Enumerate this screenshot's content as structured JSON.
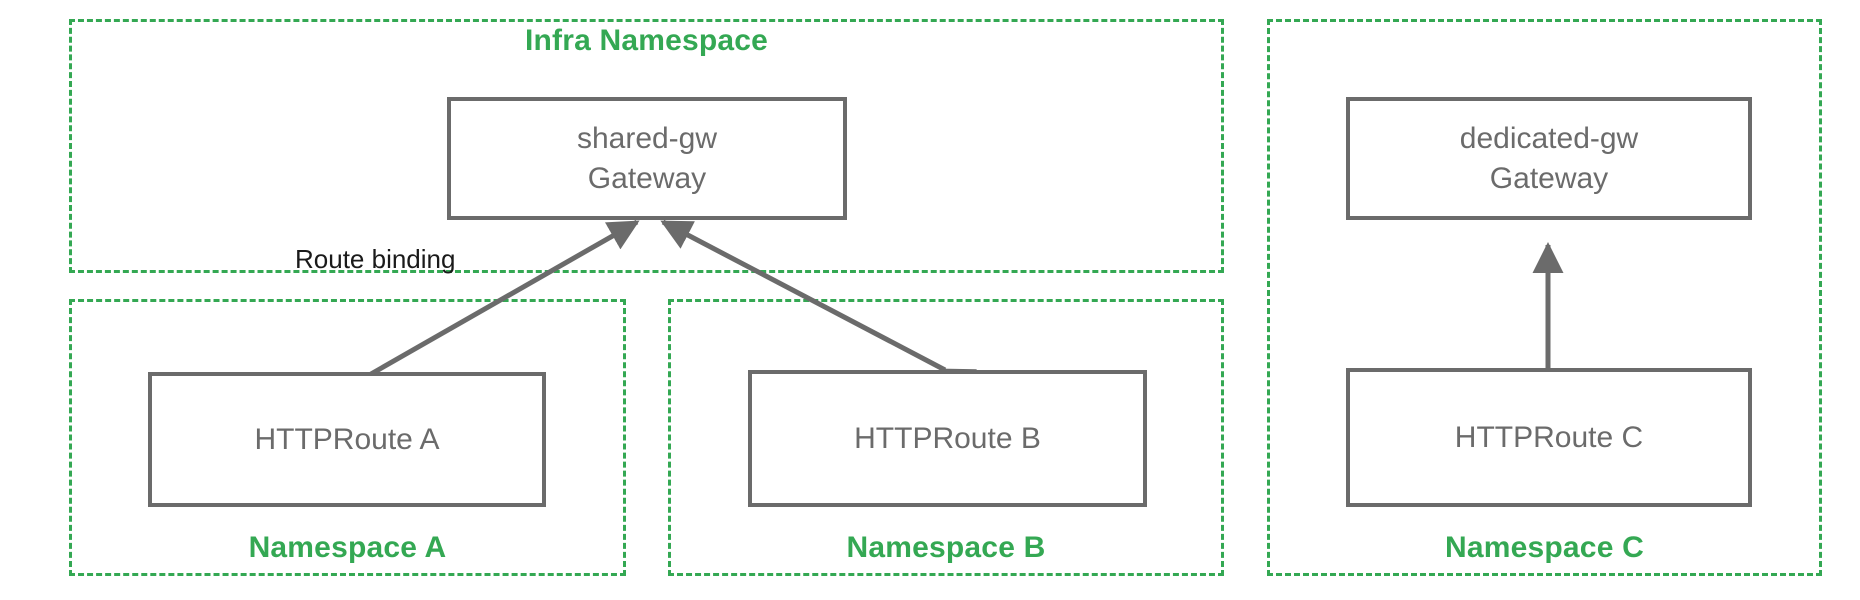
{
  "diagram": {
    "title_visible": false,
    "colors": {
      "namespace_border": "#34A853",
      "namespace_label": "#34A853",
      "node_border": "#6b6b6b",
      "node_text": "#6b6b6b",
      "arrow": "#6b6b6b",
      "edge_label_text": "#1a1a1a",
      "background": "#ffffff"
    },
    "namespaces": [
      {
        "id": "infra",
        "label": "Infra Namespace",
        "label_position": "top-center"
      },
      {
        "id": "ns-a",
        "label": "Namespace A",
        "label_position": "bottom-center"
      },
      {
        "id": "ns-b",
        "label": "Namespace B",
        "label_position": "bottom-center"
      },
      {
        "id": "ns-c",
        "label": "Namespace C",
        "label_position": "bottom-center"
      }
    ],
    "nodes": [
      {
        "id": "shared-gw",
        "line1": "shared-gw",
        "line2": "Gateway",
        "namespace": "infra"
      },
      {
        "id": "dedicated-gw",
        "line1": "dedicated-gw",
        "line2": "Gateway",
        "namespace": "ns-c"
      },
      {
        "id": "route-a",
        "line1": "HTTPRoute A",
        "line2": "",
        "namespace": "ns-a"
      },
      {
        "id": "route-b",
        "line1": "HTTPRoute B",
        "line2": "",
        "namespace": "ns-b"
      },
      {
        "id": "route-c",
        "line1": "HTTPRoute C",
        "line2": "",
        "namespace": "ns-c"
      }
    ],
    "edges": [
      {
        "id": "edge-a",
        "from": "route-a",
        "to": "shared-gw",
        "label": "Route binding",
        "arrowheads": "both"
      },
      {
        "id": "edge-b",
        "from": "route-b",
        "to": "shared-gw",
        "label": "",
        "arrowheads": "both"
      },
      {
        "id": "edge-c",
        "from": "route-c",
        "to": "dedicated-gw",
        "label": "",
        "arrowheads": "both"
      }
    ]
  }
}
